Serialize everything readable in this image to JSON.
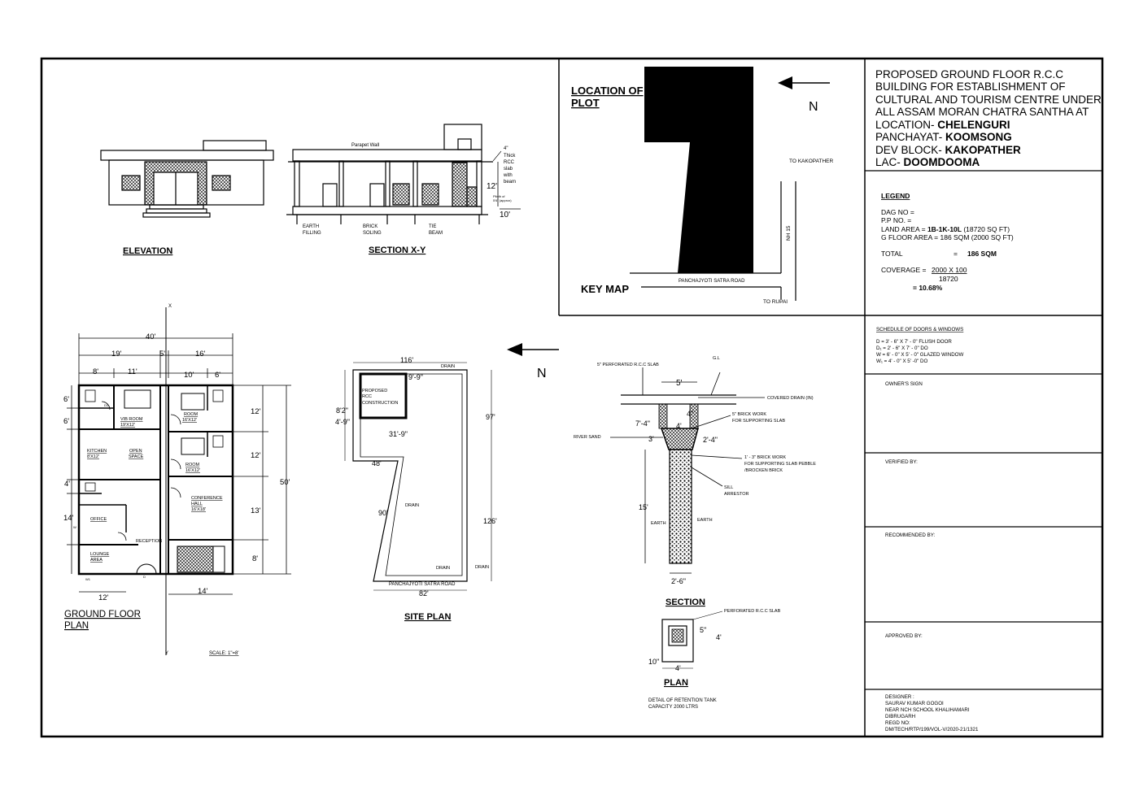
{
  "title_block": {
    "lines": [
      "PROPOSED GROUND FLOOR R.C.C",
      "BUILDING FOR ESTABLISHMENT OF",
      "CULTURAL AND TOURISM CENTRE  UNDER",
      "ALL ASSAM MORAN CHATRA SANTHA AT"
    ],
    "location_label": "LOCATION- ",
    "location_value": "CHELENGURI",
    "panchayat_label": "PANCHAYAT- ",
    "panchayat_value": "KOOMSONG",
    "dev_block_label": "DEV BLOCK- ",
    "dev_block_value": "KAKOPATHER",
    "lac_label": "LAC- ",
    "lac_value": "DOOMDOOMA"
  },
  "legend": {
    "heading": "LEGEND",
    "dag_no": "DAG NO =",
    "pp_no": "P.P NO.  =",
    "land_area_label": "LAND AREA = ",
    "land_area_value": "1B-1K-10L",
    "land_area_sqft": " (18720 SQ FT)",
    "g_floor_area": "G FLOOR AREA = 186 SQM (2000 SQ FT)",
    "total_label": "TOTAL",
    "total_eq": "=",
    "total_value": "186 SQM",
    "coverage_label": "COVERAGE = ",
    "coverage_num": "2000 X 100",
    "coverage_den": "18720",
    "coverage_result": "=   10.68%"
  },
  "schedule": {
    "heading": "SCHEDULE OF DOORS & WINDOWS",
    "items": [
      "D  = 3' - 6\" X 7' - 0\" FLUSH DOOR",
      "D₁ = 2' - 6\" X 7' - 0\"          DO",
      "W  = 6' - 0\" X 5' - 0\" GLAZED WINDOW",
      "W₁ = 4' - 0\" X 5' -0\"          DO"
    ]
  },
  "signatures": {
    "owner": "OWNER'S SIGN",
    "verified": "VERIFIED BY:",
    "recommended": "RECOMMENDED BY:",
    "approved": "APPROVED BY:"
  },
  "designer": {
    "lines": [
      "DESIGNER :",
      "SAURAV KUMAR GOGOI",
      "NEAR NCH SCHOOL KHALIHAMARI",
      "DIBRUGARH",
      "REGD NO:",
      "DM/TECH/RTP/199/VOL-V/2020-21/1321"
    ]
  },
  "key_map": {
    "location_of": "LOCATION OF",
    "plot": "PLOT",
    "title": "KEY MAP",
    "north": "N",
    "to_kakopather": "TO KAKOPATHER",
    "nh": "NH 15",
    "road": "PANCHAJYOTI SATRA ROAD",
    "to_rupai": "TO RUPAI"
  },
  "elevation": {
    "title": "ELEVATION"
  },
  "section_xy": {
    "title": "SECTION X-Y",
    "parapet": "Parapet Wall",
    "slab_note": [
      "4\"",
      "Thick",
      "RCC",
      "slab",
      "with",
      "beam"
    ],
    "height": "12'",
    "depth": "10'",
    "earth_filling": [
      "EARTH",
      "FILLING"
    ],
    "brick_soling": [
      "BRICK",
      "SOLING"
    ],
    "tie_beam": [
      "TIE",
      "BEAM"
    ],
    "plinth_note": [
      "Plinth of",
      "5'6\" (approx)"
    ]
  },
  "ground_floor": {
    "title_line1": "GROUND FLOOR",
    "title_line2": "PLAN",
    "scale": "SCALE: 1\"=8'",
    "overall_width": "40'",
    "left_width": "19'",
    "passage_width": "5'",
    "right_width": "16'",
    "sub_8": "8'",
    "sub_11": "11'",
    "sub_10": "10'",
    "sub_6": "6'",
    "h_6a": "6'",
    "h_6b": "6'",
    "h_4": "4'",
    "h_14": "14'",
    "r_12a": "12'",
    "r_12b": "12'",
    "r_13": "13'",
    "r_8": "8'",
    "overall_depth": "50'",
    "bottom_12": "12'",
    "bottom_14": "14'",
    "axis_x_top": "X",
    "axis_x_bottom": "Y",
    "rooms": {
      "kitchen": [
        "KITCHEN",
        "8'X12'"
      ],
      "open_space": [
        "OPEN",
        "SPACE"
      ],
      "vib_room": [
        "VIB ROOM",
        "19'X12'"
      ],
      "room_a": [
        "ROOM",
        "16'X12'"
      ],
      "room_b": [
        "ROOM",
        "16'X12'"
      ],
      "conference": [
        "CONFERENCE",
        "HALL",
        "16'X18'"
      ],
      "office": [
        "OFFICE"
      ],
      "lounge": [
        "LOUNGE",
        "AREA"
      ],
      "reception": "RECEPTION"
    },
    "door_labels": [
      "W1",
      "D",
      "W",
      "D1"
    ]
  },
  "site_plan": {
    "title": "SITE PLAN",
    "north": "N",
    "top_width": "116'",
    "top_inner": "9'-9\"",
    "drain": "DRAIN",
    "proposed": [
      "PROPOSED",
      "RCC",
      "CONSTRUCTION"
    ],
    "left_8_2": "8'2\"",
    "left_4_9": "4'-9\"",
    "mid_31_9": "31'-9\"",
    "left_48": "48'",
    "left_90": "90'",
    "right_97": "97'",
    "right_126": "126'",
    "bottom_road": "PANCHAJYOTI SATRA ROAD",
    "bottom_82": "82'"
  },
  "tank": {
    "slab": "5\" PERFORATED R.C.C SLAB",
    "gl": "G.L",
    "w5": "5'",
    "covered_drain": "COVERED DRAIN (IN)",
    "brick_work": [
      "5\" BRICK WORK",
      "FOR SUPPORTING SLAB"
    ],
    "dim_7_4": "7'-4\"",
    "dim_4": "4'",
    "dim_4b": "4\"",
    "dim_3": "3'",
    "dim_2_4": "2'-4\"",
    "river_sand": "RIVER SAND",
    "brick_work2": [
      "1' - 3\" BRICK WORK",
      "FOR SUPPORTING SLAB PEBBLE",
      "/BROCKEN BRICK"
    ],
    "sill": [
      "SILL",
      "ARRESTOR"
    ],
    "dim_15": "15'",
    "earth_l": "EARTH",
    "earth_r": "EARTH",
    "dim_2_6": "2'-6\"",
    "section_title": "SECTION",
    "plan_slab": "PERFORATED R.C.C SLAB",
    "plan_5": "5\"",
    "plan_4r": "4'",
    "plan_10": "10\"",
    "plan_4b": "4'",
    "plan_title": "PLAN",
    "detail": [
      "DETAIL OF RETENTION TANK",
      "CAPACITY 2000 LTRS"
    ]
  }
}
